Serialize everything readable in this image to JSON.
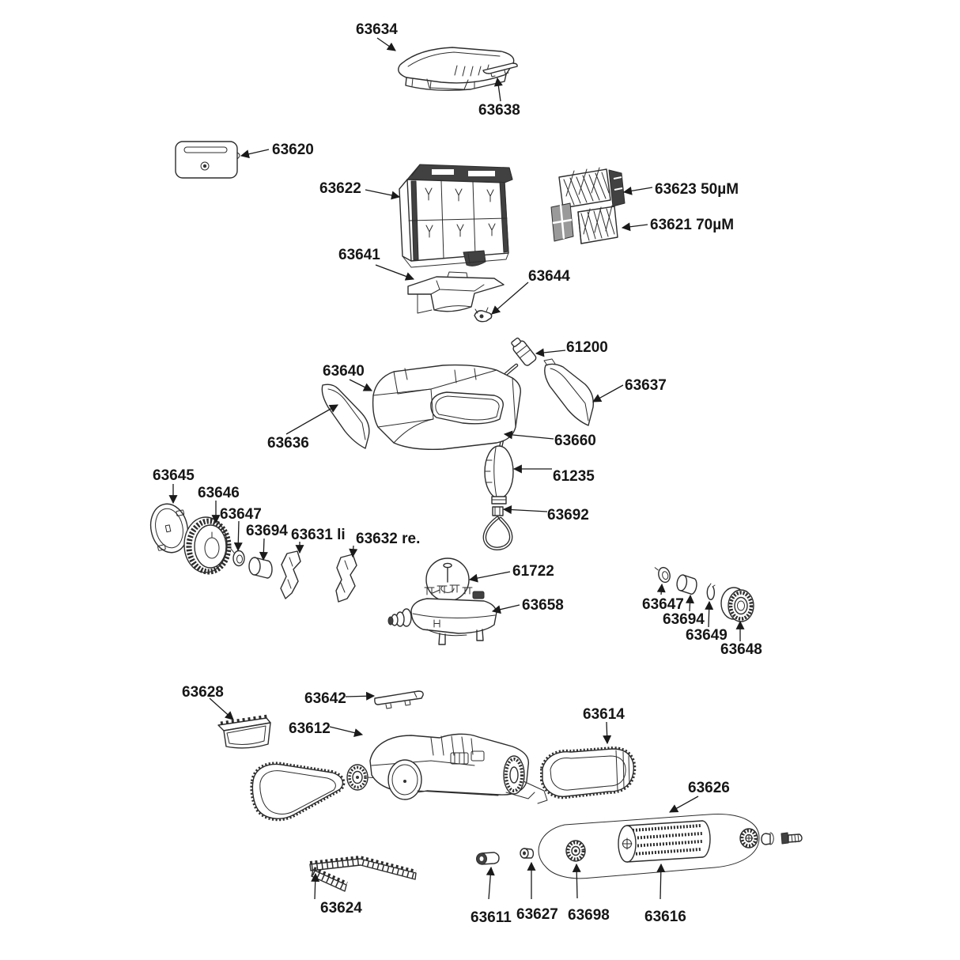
{
  "diagram": {
    "background": "#ffffff",
    "ink": "#1a1a1a",
    "labels": [
      {
        "text": "63634"
      },
      {
        "text": "63638"
      },
      {
        "text": "63620"
      },
      {
        "text": "63622"
      },
      {
        "text": "63623 50µM"
      },
      {
        "text": "63621 70µM"
      },
      {
        "text": "63641"
      },
      {
        "text": "63644"
      },
      {
        "text": "61200"
      },
      {
        "text": "63640"
      },
      {
        "text": "63637"
      },
      {
        "text": "63636"
      },
      {
        "text": "63660"
      },
      {
        "text": "61235"
      },
      {
        "text": "63692"
      },
      {
        "text": "63645"
      },
      {
        "text": "63646"
      },
      {
        "text": "63647"
      },
      {
        "text": "63694"
      },
      {
        "text": "63631 li"
      },
      {
        "text": "63632 re."
      },
      {
        "text": "61722"
      },
      {
        "text": "63658"
      },
      {
        "text": "63647"
      },
      {
        "text": "63694"
      },
      {
        "text": "63649"
      },
      {
        "text": "63648"
      },
      {
        "text": "63628"
      },
      {
        "text": "63642"
      },
      {
        "text": "63612"
      },
      {
        "text": "63614"
      },
      {
        "text": "63626"
      },
      {
        "text": "63624"
      },
      {
        "text": "63611"
      },
      {
        "text": "63627"
      },
      {
        "text": "63698"
      },
      {
        "text": "63616"
      }
    ]
  }
}
